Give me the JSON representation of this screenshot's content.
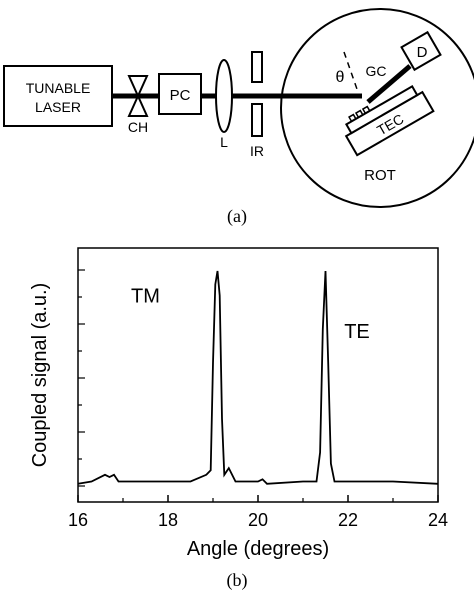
{
  "diagram": {
    "tunable_laser_line1": "TUNABLE",
    "tunable_laser_line2": "LASER",
    "chopper": "CH",
    "polarization_controller": "PC",
    "lens": "L",
    "iris": "IR",
    "theta": "θ",
    "grating_coupler": "GC",
    "detector": "D",
    "tec": "TEC",
    "rotation_stage": "ROT",
    "caption": "(a)"
  },
  "chart_data": {
    "type": "line",
    "title": "",
    "xlabel": "Angle  (degrees)",
    "ylabel": "Coupled signal  (a.u.)",
    "xlim": [
      16,
      24
    ],
    "ylim": [
      0,
      1
    ],
    "xticks": [
      "16",
      "18",
      "20",
      "22",
      "24"
    ],
    "annotations": [
      {
        "text": "TM",
        "x": 17.5,
        "y": 0.82
      },
      {
        "text": "TE",
        "x": 22.2,
        "y": 0.66
      }
    ],
    "series": [
      {
        "name": "",
        "x": [
          16.0,
          16.3,
          16.6,
          16.7,
          16.8,
          16.9,
          17.0,
          17.5,
          18.0,
          18.5,
          18.85,
          18.95,
          19.0,
          19.05,
          19.1,
          19.15,
          19.2,
          19.25,
          19.35,
          19.5,
          20.0,
          20.1,
          20.2,
          21.0,
          21.3,
          21.38,
          21.44,
          21.5,
          21.56,
          21.62,
          21.7,
          22.0,
          23.0,
          24.0
        ],
        "y": [
          0.01,
          0.02,
          0.05,
          0.04,
          0.05,
          0.02,
          0.02,
          0.02,
          0.02,
          0.02,
          0.05,
          0.07,
          0.55,
          0.9,
          0.96,
          0.85,
          0.3,
          0.05,
          0.08,
          0.02,
          0.02,
          0.03,
          0.01,
          0.02,
          0.02,
          0.15,
          0.7,
          0.96,
          0.55,
          0.1,
          0.02,
          0.02,
          0.02,
          0.01
        ]
      }
    ],
    "caption": "(b)"
  }
}
